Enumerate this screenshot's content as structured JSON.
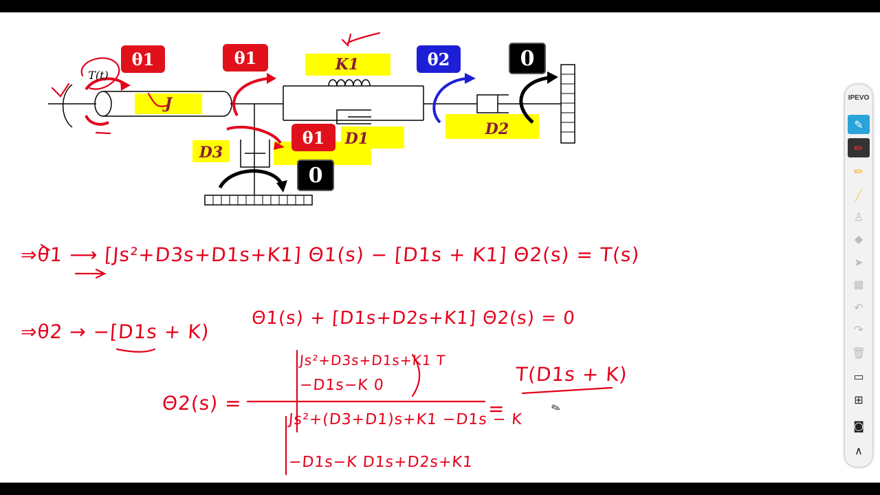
{
  "toolbar": {
    "brand": "IPEVO",
    "tools": [
      {
        "name": "annotate-mode-icon",
        "glyph": "✎"
      },
      {
        "name": "pen-icon",
        "glyph": "✏"
      },
      {
        "name": "pencil-icon",
        "glyph": "✏"
      },
      {
        "name": "highlighter-icon",
        "glyph": "╱"
      },
      {
        "name": "stamp-icon",
        "glyph": "♙"
      },
      {
        "name": "eraser-icon",
        "glyph": "◆"
      },
      {
        "name": "pointer-icon",
        "glyph": "➤"
      },
      {
        "name": "toolbox-icon",
        "glyph": "▦"
      },
      {
        "name": "undo-icon",
        "glyph": "↶"
      },
      {
        "name": "redo-icon",
        "glyph": "↷"
      },
      {
        "name": "trash-icon",
        "glyph": "🗑"
      },
      {
        "name": "whiteboard-icon",
        "glyph": "▭"
      },
      {
        "name": "capture-area-icon",
        "glyph": "⊞"
      },
      {
        "name": "camera-icon",
        "glyph": "◙"
      },
      {
        "name": "collapse-icon",
        "glyph": "∧"
      }
    ]
  },
  "diagram": {
    "theta1_a": "θ1",
    "theta1_b": "θ1",
    "theta1_c": "θ1",
    "theta2": "θ2",
    "zero_a": "0",
    "zero_b": "0",
    "k1": "K1",
    "j": "J",
    "d1": "D1",
    "d2": "D2",
    "d3": "D3",
    "torque": "T(t)"
  },
  "notes": {
    "line1": "⇒θ1 ⟶ [Js²+D3s+D1s+K1] Θ1(s) − [D1s + K1] Θ2(s) = T(s)",
    "line2_left": "⇒θ2 → −[D1s + K)",
    "line2_right": "Θ1(s) + [D1s+D2s+K1] Θ2(s)  = 0",
    "lhs": "Θ2(s) =",
    "num_r1": "Js²+D3s+D1s+K1   T",
    "num_r2": "−D1s−K        0",
    "den_r1": "Js²+(D3+D1)s+K1   −D1s − K",
    "den_r2": "−D1s−K        D1s+D2s+K1",
    "eq": "=",
    "result": "T(D1s + K)"
  },
  "colors": {
    "ink": "#e3001b",
    "highlight": "#ffff00",
    "tag_red": "#e0111b",
    "tag_blue": "#1d1fd6"
  }
}
